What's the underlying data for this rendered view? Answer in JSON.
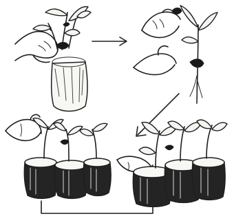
{
  "figure": {
    "panels": [
      {
        "id": "panel-1",
        "depicts": "hand-lifting-seedling-from-pot"
      },
      {
        "id": "panel-2",
        "depicts": "separating-seedling-roots"
      },
      {
        "id": "panel-3",
        "depicts": "transplanting-into-pots"
      },
      {
        "id": "panel-4",
        "depicts": "potted-seedlings-row"
      }
    ],
    "arrows": [
      {
        "from": "panel-1",
        "to": "panel-2"
      },
      {
        "from": "panel-2",
        "to": "panel-3"
      },
      {
        "from": "panel-3",
        "to": "panel-4"
      }
    ],
    "colors": {
      "ink": "#1e1e1e",
      "background": "#ffffff"
    }
  }
}
